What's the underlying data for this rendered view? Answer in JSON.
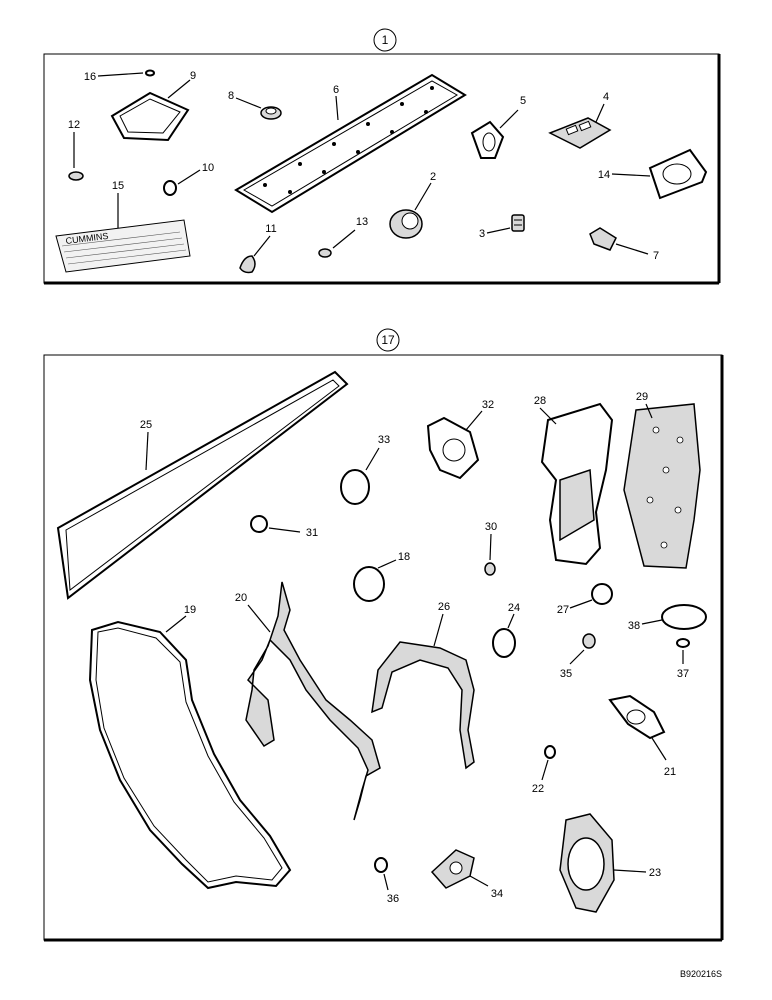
{
  "groups": [
    {
      "number": "1"
    },
    {
      "number": "17"
    }
  ],
  "callouts": [
    {
      "n": "16"
    },
    {
      "n": "9"
    },
    {
      "n": "8"
    },
    {
      "n": "6"
    },
    {
      "n": "5"
    },
    {
      "n": "4"
    },
    {
      "n": "12"
    },
    {
      "n": "10"
    },
    {
      "n": "15"
    },
    {
      "n": "2"
    },
    {
      "n": "14"
    },
    {
      "n": "11"
    },
    {
      "n": "13"
    },
    {
      "n": "3"
    },
    {
      "n": "7"
    },
    {
      "n": "25"
    },
    {
      "n": "33"
    },
    {
      "n": "32"
    },
    {
      "n": "28"
    },
    {
      "n": "29"
    },
    {
      "n": "31"
    },
    {
      "n": "30"
    },
    {
      "n": "18"
    },
    {
      "n": "20"
    },
    {
      "n": "19"
    },
    {
      "n": "26"
    },
    {
      "n": "24"
    },
    {
      "n": "27"
    },
    {
      "n": "38"
    },
    {
      "n": "35"
    },
    {
      "n": "37"
    },
    {
      "n": "21"
    },
    {
      "n": "22"
    },
    {
      "n": "36"
    },
    {
      "n": "34"
    },
    {
      "n": "23"
    }
  ],
  "figure_ref": "B920216S",
  "decal_text": "CUMMINS"
}
